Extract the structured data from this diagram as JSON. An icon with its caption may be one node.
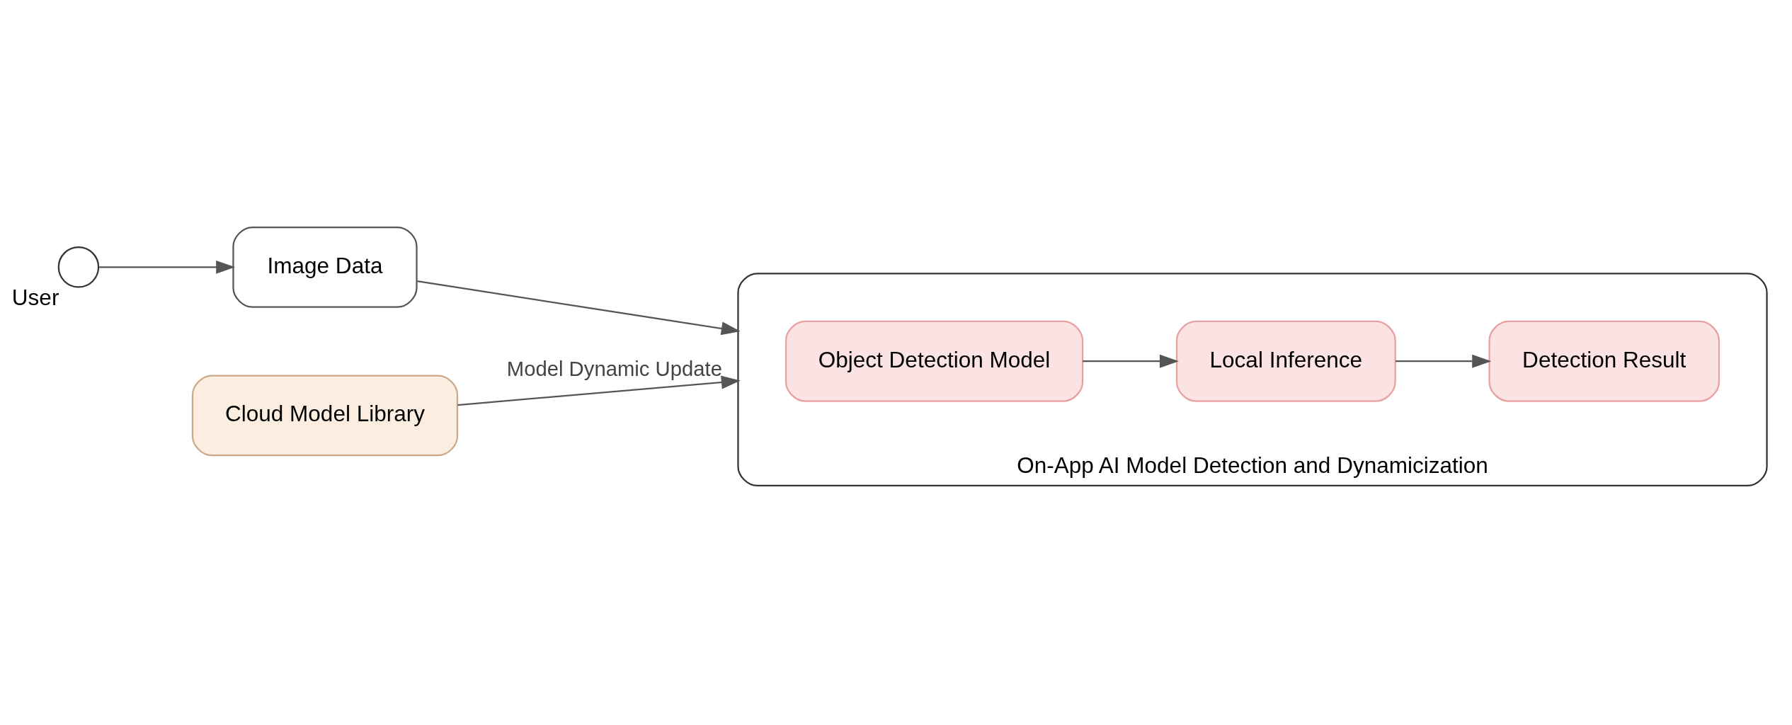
{
  "diagram": {
    "nodes": [
      {
        "text": [],
        "shape": "person",
        "beside": [
          "User"
        ]
      },
      {
        "text": [
          "Image Data"
        ]
      },
      {
        "text": [
          "Cloud Model Library"
        ]
      },
      {
        "text": [
          "On-App AI Model Detection and Dynamicization"
        ]
      },
      {
        "text": [
          "Object Detection Model"
        ],
        "in": 3
      },
      {
        "text": [
          "Local Inference"
        ],
        "in": 3
      },
      {
        "text": [
          "Detection Result"
        ],
        "in": 3
      }
    ],
    "edges": [
      {
        "from": 0,
        "to": 1,
        "arrow": "to"
      },
      {
        "from": 1,
        "to": 3,
        "arrow": "to"
      },
      {
        "from": 2,
        "to": 3,
        "arrow": "to",
        "label": "Model Dynamic Update"
      },
      {
        "from": 4,
        "to": 5,
        "arrow": "to"
      },
      {
        "from": 5,
        "to": 6,
        "arrow": "to"
      }
    ]
  }
}
